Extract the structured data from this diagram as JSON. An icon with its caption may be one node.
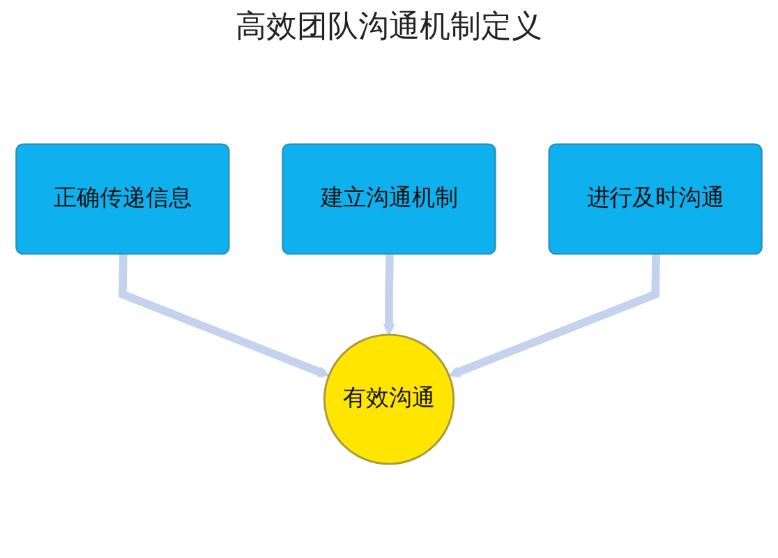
{
  "diagram": {
    "title": "高效团队沟通机制定义",
    "nodes": [
      {
        "text": [
          "正确传递信息"
        ]
      },
      {
        "text": [
          "建立沟通机制"
        ]
      },
      {
        "text": [
          "进行及时沟通"
        ]
      },
      {
        "text": [
          "有效沟通"
        ]
      }
    ],
    "edges": [
      {
        "from": 0,
        "to": 3,
        "arrow": "to"
      },
      {
        "from": 1,
        "to": 3,
        "arrow": "to"
      },
      {
        "from": 2,
        "to": 3,
        "arrow": "to"
      }
    ]
  }
}
